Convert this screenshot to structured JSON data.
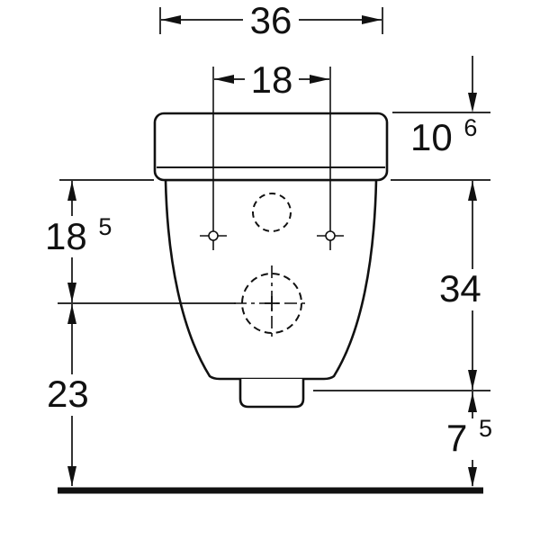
{
  "page": {
    "background": "#ffffff",
    "line_color": "#111111"
  },
  "figure": {
    "type": "technical-dimension-drawing",
    "subject": "wall-hung toilet front view with mounting dimensions",
    "dimensions": {
      "total_width": {
        "value": "36",
        "sup": ""
      },
      "bolt_spacing": {
        "value": "18",
        "sup": ""
      },
      "cover_height": {
        "value": "10",
        "sup": "6"
      },
      "upper_height": {
        "value": "18",
        "sup": "5"
      },
      "body_height": {
        "value": "34",
        "sup": ""
      },
      "lower_height": {
        "value": "23",
        "sup": ""
      },
      "floor_offset": {
        "value": "7",
        "sup": "5"
      }
    }
  }
}
